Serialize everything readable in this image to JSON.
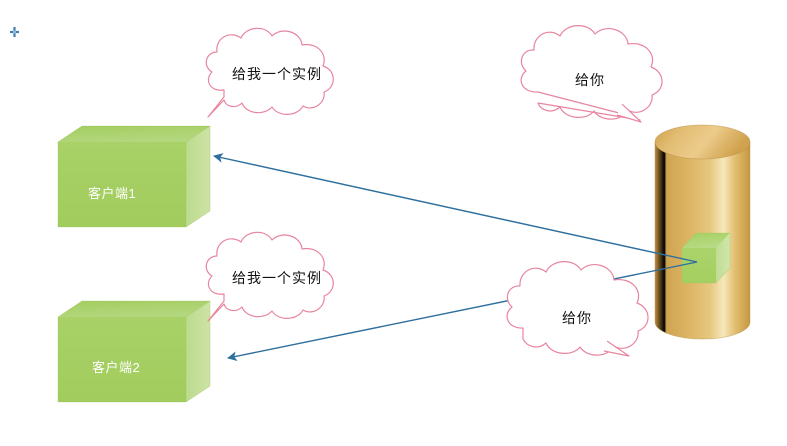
{
  "diagram": {
    "title": "Client instance request diagram",
    "background_color": "#ffffff",
    "corner_marker": {
      "name": "plus-marker",
      "color": "#3e7eb5"
    },
    "nodes": [
      {
        "id": "client1",
        "type": "cube",
        "label": "客户端1",
        "label_color": "#ffffff",
        "fill_top": "#a9d070",
        "fill_front": "#a6cf63",
        "fill_side": "#c3de97"
      },
      {
        "id": "client2",
        "type": "cube",
        "label": "客户端2",
        "label_color": "#ffffff",
        "fill_top": "#a9d070",
        "fill_front": "#a6cf63",
        "fill_side": "#c3de97"
      },
      {
        "id": "server",
        "type": "cylinder",
        "label": "",
        "fill_edge": "#c49a4a",
        "fill_highlight": "#f7e8bb",
        "stroke": "#b08a3e"
      },
      {
        "id": "instance",
        "type": "cube",
        "label": "",
        "fill_top": "#aad46f",
        "fill_front": "#a8d162",
        "fill_side": "#c7e09a"
      }
    ],
    "speech_bubbles": [
      {
        "id": "bubble1",
        "text": "给我一个实例",
        "stroke": "#e8859f",
        "fill": "#ffffff",
        "tail": "down-left"
      },
      {
        "id": "bubble2",
        "text": "给你",
        "stroke": "#e8859f",
        "fill": "#ffffff",
        "tail": "down-left"
      },
      {
        "id": "bubble3",
        "text": "给我一个实例",
        "stroke": "#e8859f",
        "fill": "#ffffff",
        "tail": "down-left"
      },
      {
        "id": "bubble4",
        "text": "给你",
        "stroke": "#e8859f",
        "fill": "#ffffff",
        "tail": "down-right"
      }
    ],
    "connectors": [
      {
        "id": "arrow-server-to-client1",
        "from": "server",
        "to": "client1",
        "color": "#2e6f9e",
        "arrowhead": "to"
      },
      {
        "id": "arrow-server-to-client2",
        "from": "server",
        "to": "client2",
        "color": "#2e6f9e",
        "arrowhead": "to"
      }
    ]
  }
}
